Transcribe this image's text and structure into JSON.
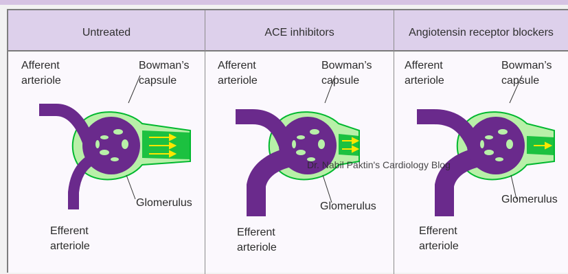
{
  "columns": [
    {
      "title": "Untreated",
      "labels": {
        "afferent": "Afferent\narteriole",
        "bowmans": "Bowman’s\ncapsule",
        "glomerulus": "Glomerulus",
        "efferent": "Efferent\narteriole"
      }
    },
    {
      "title": "ACE inhibitors",
      "labels": {
        "afferent": "Afferent\narteriole",
        "bowmans": "Bowman’s\ncapsule",
        "glomerulus": "Glomerulus",
        "efferent": "Efferent\narteriole"
      }
    },
    {
      "title": "Angiotensin receptor blockers",
      "labels": {
        "afferent": "Afferent\narteriole",
        "bowmans": "Bowman’s\ncapsule",
        "glomerulus": "Glomerulus",
        "efferent": "Efferent\narteriole"
      }
    }
  ],
  "watermark": "Dr. Nabil Paktin's Cardiology Blog",
  "colors": {
    "vessel": "#6a2a8c",
    "capsule": "#b8f0a8",
    "flow": "#00b82e",
    "arrow": "#ffe600"
  }
}
